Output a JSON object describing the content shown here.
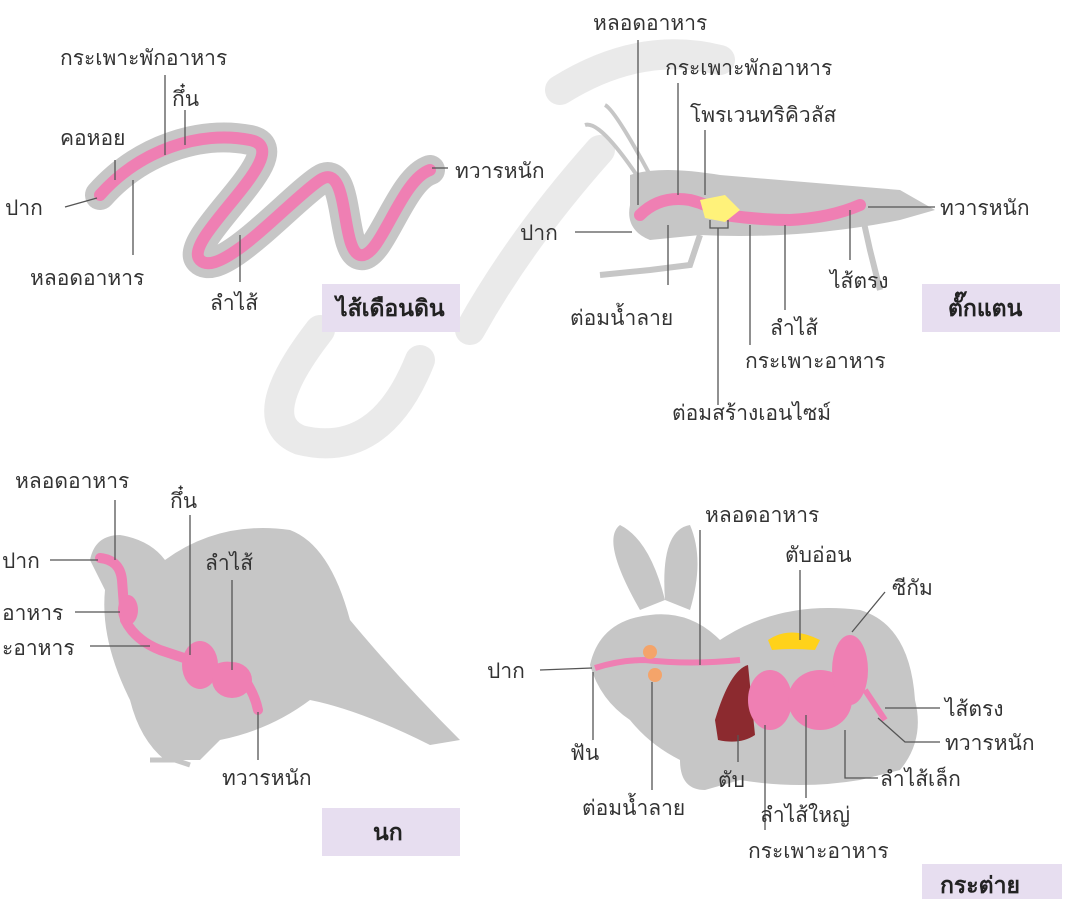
{
  "panels": {
    "earthworm": {
      "title": "ไส้เดือนดิน",
      "labels": {
        "crop": "กระเพาะพักอาหาร",
        "gizzard": "กึ๋น",
        "pharynx": "คอหอย",
        "mouth": "ปาก",
        "esophagus": "หลอดอาหาร",
        "intestine": "ลำไส้",
        "anus": "ทวารหนัก"
      }
    },
    "grasshopper": {
      "title": "ตั๊กแตน",
      "labels": {
        "esophagus": "หลอดอาหาร",
        "crop": "กระเพาะพักอาหาร",
        "proventriculus": "โพรเวนทริคิวลัส",
        "mouth": "ปาก",
        "anus": "ทวารหนัก",
        "rectum": "ไส้ตรง",
        "salivary_gland": "ต่อมน้ำลาย",
        "intestine": "ลำไส้",
        "stomach": "กระเพาะอาหาร",
        "enzyme_gland": "ต่อมสร้างเอนไซม์"
      }
    },
    "bird": {
      "title": "นก",
      "labels": {
        "esophagus": "หลอดอาหาร",
        "gizzard": "กึ๋น",
        "intestine": "ลำไส้",
        "mouth": "ปาก",
        "crop_partial": "อาหาร",
        "stomach_partial": "ะอาหาร",
        "anus": "ทวารหนัก"
      }
    },
    "rabbit": {
      "title": "กระต่าย",
      "labels": {
        "esophagus": "หลอดอาหาร",
        "pancreas": "ตับอ่อน",
        "cecum": "ซีกัม",
        "mouth": "ปาก",
        "rectum": "ไส้ตรง",
        "anus": "ทวารหนัก",
        "small_intestine": "ลำไส้เล็ก",
        "teeth": "ฟัน",
        "liver": "ตับ",
        "large_intestine": "ลำไส้ใหญ่",
        "salivary_gland": "ต่อมน้ำลาย",
        "stomach": "กระเพาะอาหาร"
      }
    }
  },
  "colors": {
    "body": "#c6c6c6",
    "organ": "#ef7fb3",
    "enzyme_gland": "#fff27a",
    "pancreas": "#ffd21a",
    "salivary": "#f4a46a",
    "liver": "#8c2a2f",
    "title_bg": "#e7def0"
  }
}
